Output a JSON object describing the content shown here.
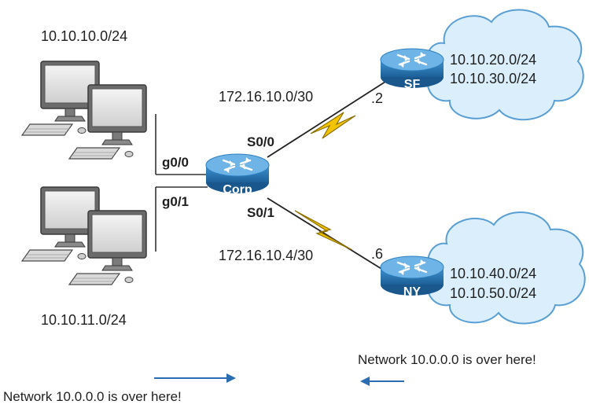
{
  "lans": {
    "top": "10.10.10.0/24",
    "bottom": "10.10.11.0/24"
  },
  "corp": {
    "name": "Corp",
    "iface_g0_0": "g0/0",
    "iface_g0_1": "g0/1",
    "iface_s0_0": "S0/0",
    "iface_s0_1": "S0/1"
  },
  "wan_links": {
    "sf_subnet": "172.16.10.0/30",
    "sf_host": ".2",
    "ny_subnet": "172.16.10.4/30",
    "ny_host": ".6"
  },
  "sf": {
    "name": "SF",
    "networks": [
      "10.10.20.0/24",
      "10.10.30.0/24"
    ]
  },
  "ny": {
    "name": "NY",
    "networks": [
      "10.10.40.0/24",
      "10.10.50.0/24"
    ]
  },
  "notes": {
    "right": "Network 10.0.0.0 is over here!",
    "left": "Network 10.0.0.0 is over here!"
  },
  "colors": {
    "router_body": "#2d7fc0",
    "router_top": "#5aa6dc",
    "cloud_fill": "#daeefb",
    "cloud_stroke": "#5a9fd4",
    "serial_link": "#f2c400",
    "serial_link_outline": "#8a6f00",
    "arrow": "#2a6db0",
    "ethernet_line": "#333333"
  }
}
